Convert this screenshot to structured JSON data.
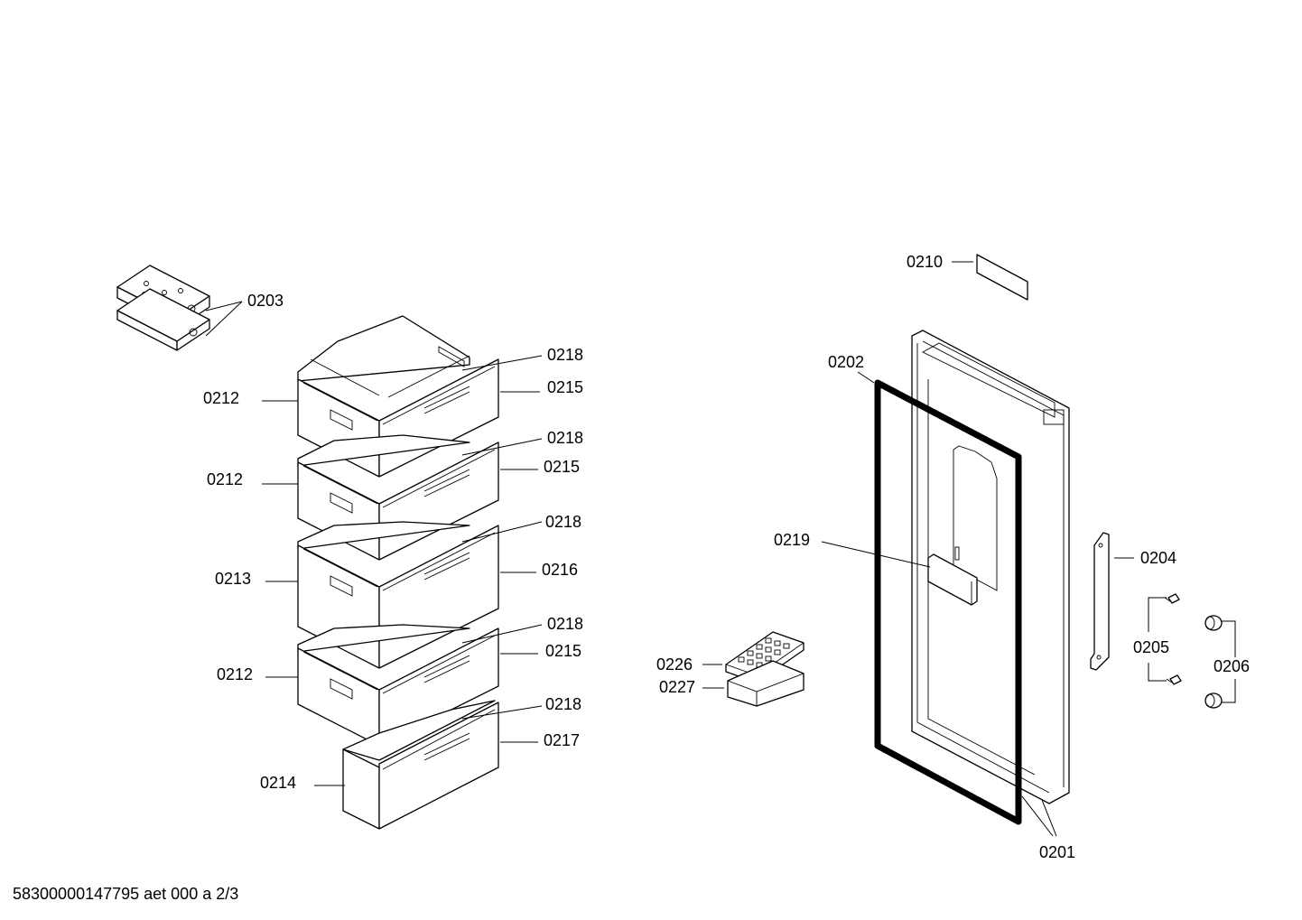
{
  "labels": {
    "p0203": "0203",
    "p0218a": "0218",
    "p0215a": "0215",
    "p0212a": "0212",
    "p0218b": "0218",
    "p0215b": "0215",
    "p0212b": "0212",
    "p0218c": "0218",
    "p0216": "0216",
    "p0213": "0213",
    "p0218d": "0218",
    "p0215c": "0215",
    "p0212c": "0212",
    "p0218e": "0218",
    "p0217": "0217",
    "p0214": "0214",
    "p0210": "0210",
    "p0202": "0202",
    "p0219": "0219",
    "p0204": "0204",
    "p0205": "0205",
    "p0206": "0206",
    "p0226": "0226",
    "p0227": "0227",
    "p0201": "0201"
  },
  "footer": {
    "doc_id": "58300000147795 aet 000 a 2/3"
  }
}
